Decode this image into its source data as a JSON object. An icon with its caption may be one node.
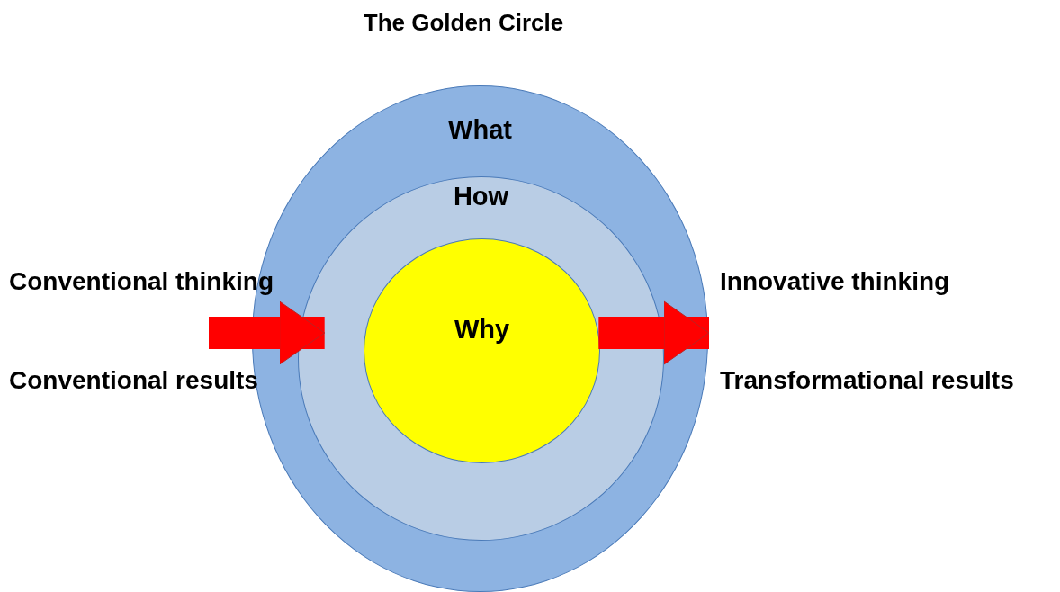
{
  "diagram": {
    "title": "The Golden Circle",
    "nodes": [
      {
        "text": [
          "What"
        ]
      },
      {
        "text": [
          "How"
        ],
        "in": 0
      },
      {
        "text": [
          "Why"
        ],
        "in": 1
      }
    ],
    "edges": [
      {
        "from": null,
        "to": 2,
        "arrow": "to"
      },
      {
        "from": 2,
        "to": null,
        "arrow": "to"
      }
    ],
    "labels": [
      "Conventional thinking",
      "Innovative thinking",
      "Conventional results",
      "Transformational results"
    ]
  }
}
